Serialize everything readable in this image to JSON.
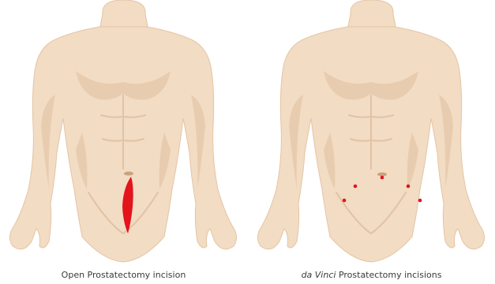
{
  "panels": [
    {
      "caption": "Open Prostatectomy incision",
      "incision_type": "single-vertical-incision"
    },
    {
      "caption_italic": "da Vinci",
      "caption_rest": " Prostatectomy incisions",
      "incision_type": "port-incisions",
      "port_count": 5
    }
  ],
  "colors": {
    "skin": "#f2dcc3",
    "skin_shadow": "#e4c5a6",
    "skin_deep_shadow": "#d6b090",
    "navel": "#c9a27e",
    "incision": "#e3141c"
  }
}
